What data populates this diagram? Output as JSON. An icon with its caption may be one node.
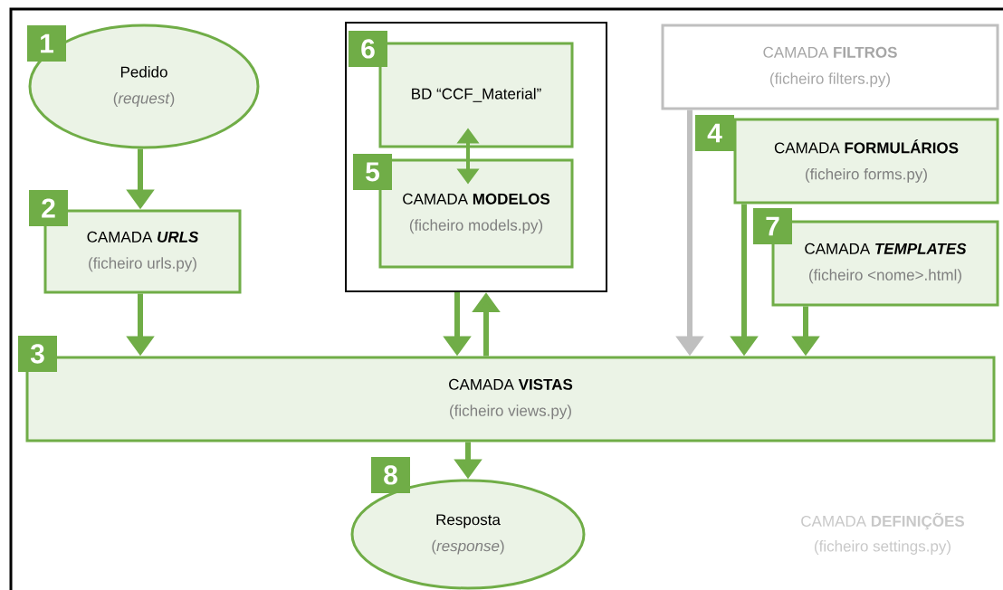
{
  "diagram": {
    "nodes": [
      {
        "text": [
          "Pedido",
          "(*request*)"
        ],
        "beside": [
          "1"
        ]
      },
      {
        "text": [
          "CAMADA **URLS**",
          "(ficheiro urls.py)"
        ],
        "beside": [
          "2"
        ]
      },
      {
        "text": [],
        "shape": "box"
      },
      {
        "text": [
          "BD “CCF_Material”"
        ],
        "beside": [
          "6"
        ],
        "in": 2
      },
      {
        "text": [
          "CAMADA **MODELOS**",
          "(ficheiro models.py)"
        ],
        "beside": [
          "5"
        ],
        "in": 2
      },
      {
        "text": [
          "CAMADA **FILTROS**",
          "(ficheiro filters.py)"
        ]
      },
      {
        "text": [
          "CAMADA **FORMULÁRIOS**",
          "(ficheiro forms.py)"
        ],
        "beside": [
          "4"
        ]
      },
      {
        "text": [
          "CAMADA **TEMPLATES**",
          "(ficheiro <nome>.html)"
        ],
        "beside": [
          "7"
        ]
      },
      {
        "text": [
          "CAMADA **VISTAS**",
          "(ficheiro views.py)"
        ],
        "beside": [
          "3"
        ]
      },
      {
        "text": [
          "Resposta",
          "(*response*)"
        ],
        "beside": [
          "8"
        ]
      }
    ],
    "edges": [
      {
        "from": 0,
        "to": 1,
        "arrow": "to"
      },
      {
        "from": 1,
        "to": 8,
        "arrow": "to"
      },
      {
        "from": 2,
        "to": 8,
        "arrow": "to"
      },
      {
        "from": 8,
        "to": 2,
        "arrow": "to"
      },
      {
        "from": 3,
        "to": 4,
        "arrow": "both"
      },
      {
        "from": 5,
        "to": 8,
        "arrow": "to",
        "color": "#bfbfbf"
      },
      {
        "from": 6,
        "to": 8,
        "arrow": "to"
      },
      {
        "from": 7,
        "to": 8,
        "arrow": "to"
      },
      {
        "from": 8,
        "to": 9,
        "arrow": "to"
      }
    ],
    "labels": [
      "CAMADA **DEFINIÇÕES**",
      "(ficheiro settings.py)"
    ]
  }
}
